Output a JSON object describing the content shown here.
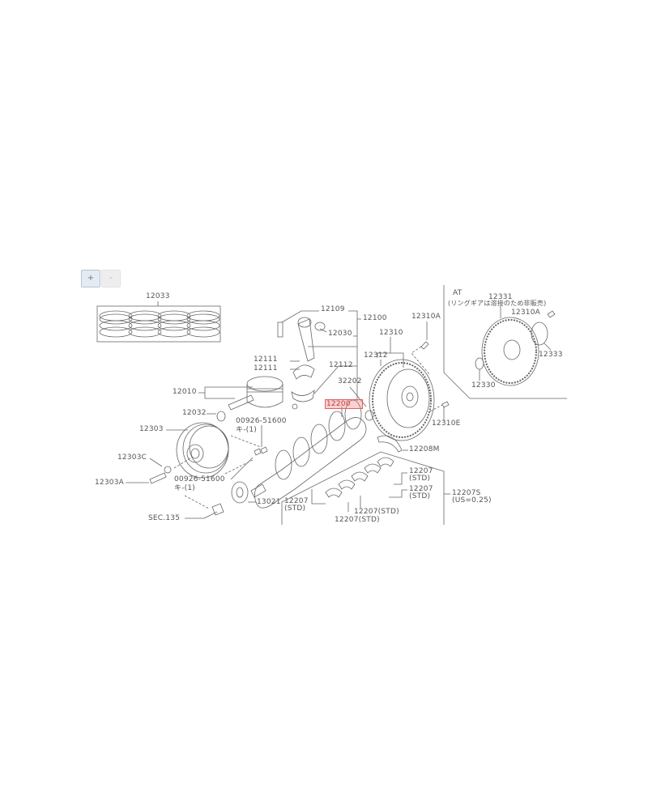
{
  "controls": {
    "zoom_in_label": "+",
    "zoom_out_label": "-"
  },
  "highlighted_part": "12200",
  "labels": {
    "p12033": "12033",
    "p12109": "12109",
    "p12100": "12100",
    "p12030": "12030",
    "p12111a": "12111",
    "p12111b": "12111",
    "p12112": "12112",
    "p12010": "12010",
    "p32202": "32202",
    "p12200": "12200",
    "p12032": "12032",
    "p12303": "12303",
    "p00926a": "00926-51600",
    "p00926a_note": "キ-(1)",
    "p12303C": "12303C",
    "p12303A": "12303A",
    "p00926b": "00926-51600",
    "p00926b_note": "キ-(1)",
    "p13021": "13021",
    "p12207_1": "12207",
    "p12207_1_note": "(STD)",
    "p12207_2": "12207(STD)",
    "p12207_3": "12207(STD)",
    "sec135": "SEC.135",
    "p12310A": "12310A",
    "p12310": "12310",
    "p12312": "12312",
    "p12310E": "12310E",
    "p12208M": "12208M",
    "p12207_4": "12207",
    "p12207_4_note": "(STD)",
    "p12207_5": "12207",
    "p12207_5_note": "(STD)",
    "p12207S": "12207S",
    "p12207S_note": "(US=0.25)",
    "at": "AT",
    "p12331": "12331",
    "p12331_note": "(リングギアは溶接のため非販売)",
    "p12310A_at": "12310A",
    "p12333": "12333",
    "p12330": "12330"
  }
}
